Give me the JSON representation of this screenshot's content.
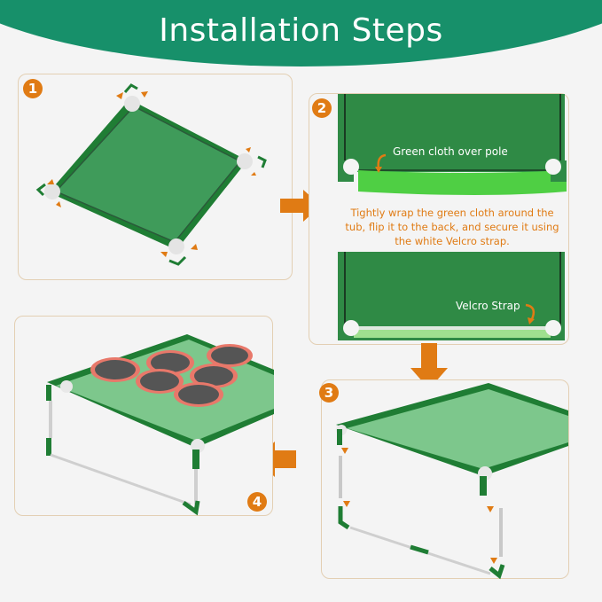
{
  "header": {
    "title": "Installation Steps"
  },
  "colors": {
    "banner": "#17906a",
    "accent_orange": "#e07b14",
    "fabric_green": "#3f9b5a",
    "frame_green": "#1f7d34",
    "panel_border": "#e3cfb3"
  },
  "steps": [
    {
      "number": "1",
      "description_visible": ""
    },
    {
      "number": "2",
      "callout": "Green cloth over pole",
      "caption": "Tightly wrap the green cloth around the tub, flip it to the back, and secure it using the white Velcro strap.",
      "callout2": "Velcro Strap"
    },
    {
      "number": "3"
    },
    {
      "number": "4"
    }
  ],
  "icons": [
    "arrow-right-icon",
    "arrow-down-icon",
    "arrow-left-icon"
  ]
}
